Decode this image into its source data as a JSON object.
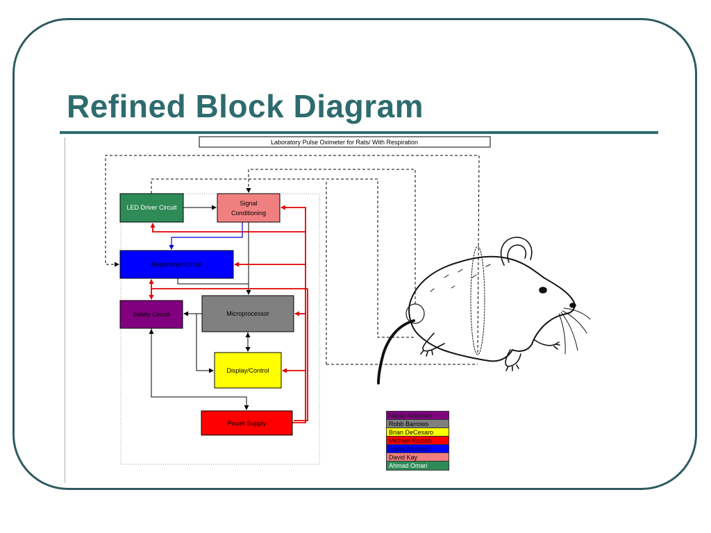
{
  "slide": {
    "title": "Refined Block Diagram"
  },
  "diagram": {
    "header": "Laboratory Pulse Oximeter for Rats/ With Respiration",
    "blocks": {
      "led_driver": {
        "label": "LED Driver Circuit",
        "color": "#2e8b57",
        "text_color": "#ffffff"
      },
      "signal_conditioning": {
        "label_line1": "Signal",
        "label_line2": "Conditioning",
        "color": "#f08080",
        "text_color": "#000000"
      },
      "respiration": {
        "label": "Respiration Circuit",
        "color": "#0000ff",
        "text_color": "#000000"
      },
      "safety": {
        "label": "Safety Circuit",
        "color": "#800080",
        "text_color": "#000000"
      },
      "microprocessor": {
        "label": "Microprocessor",
        "color": "#808080",
        "text_color": "#000000"
      },
      "display": {
        "label": "Display/Control",
        "color": "#ffff00",
        "text_color": "#000000"
      },
      "power": {
        "label": "Power Supply",
        "color": "#ff0000",
        "text_color": "#000000"
      }
    },
    "legend": [
      {
        "name": "Nasar Aldaihani",
        "color": "#800080",
        "text_color": "#1a1a1a"
      },
      {
        "name": "Robb Barrows",
        "color": "#808080",
        "text_color": "#000000"
      },
      {
        "name": "Brian DeCesaro",
        "color": "#ffff00",
        "text_color": "#000000"
      },
      {
        "name": "Michael Kozloh",
        "color": "#ff0000",
        "text_color": "#330000"
      },
      {
        "name": "Abdul Alsaloum",
        "color": "#0000ff",
        "text_color": "#00003a"
      },
      {
        "name": "David Kay",
        "color": "#f08080",
        "text_color": "#000000"
      },
      {
        "name": "Ahmad Omari",
        "color": "#2e8b57",
        "text_color": "#ffffff"
      }
    ]
  }
}
